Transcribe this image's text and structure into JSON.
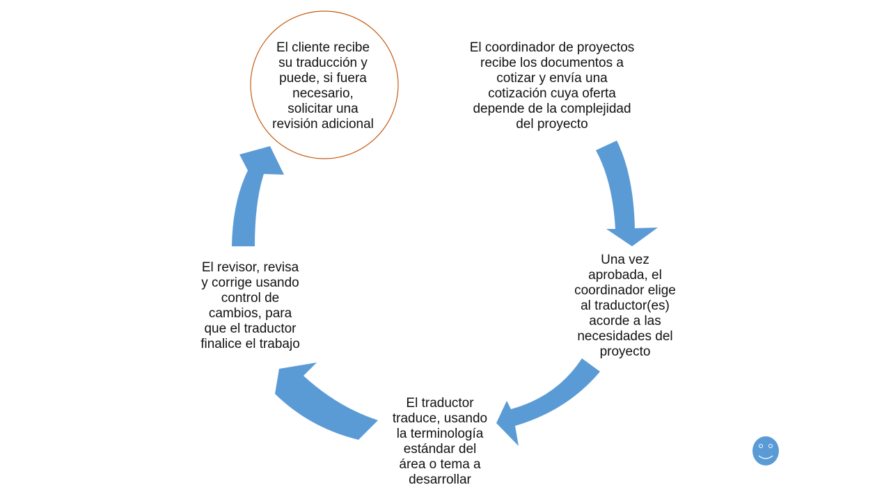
{
  "diagram": {
    "steps": [
      {
        "id": "coordinator-quote",
        "text": "El coordinador de proyectos\nrecibe los documentos  a\ncotizar y  envía una\ncotización cuya oferta\ndepende  de la complejidad\ndel proyecto"
      },
      {
        "id": "assign-translator",
        "text": "Una vez\naprobada, el\ncoordinador elige\nal traductor(es)\nacorde a las\nnecesidades del\nproyecto"
      },
      {
        "id": "translate",
        "text": "El traductor\ntraduce, usando\nla terminología\nestándar del\nárea o tema a\ndesarrollar"
      },
      {
        "id": "review",
        "text": "El revisor, revisa\ny corrige usando\ncontrol de\ncambios, para\nque  el traductor\nfinalice el trabajo"
      },
      {
        "id": "client-receives",
        "text": "El cliente recibe\nsu traducción  y\npuede, si fuera\nnecesario,\nsolicitar una\nrevisión adicional"
      }
    ],
    "highlighted_step": "client-receives",
    "flow": "clockwise"
  },
  "colors": {
    "arrow": "#5B9BD5",
    "circle_outline": "#C55A11",
    "text": "#111111",
    "smiley_fill": "#5B9BD5",
    "smiley_features": "#FFFFFF"
  },
  "icons": {
    "smiley": "smiley-face-icon"
  }
}
